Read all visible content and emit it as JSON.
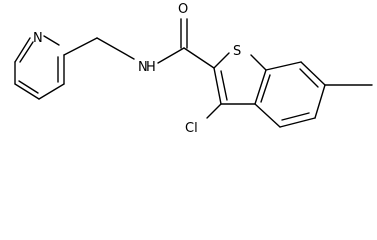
{
  "molecule": {
    "atoms": {
      "oxygen": "O",
      "nitrogen_amide": "N",
      "hydrogen_amide": "H",
      "nitrogen_pyridine": "N",
      "sulfur": "S",
      "chlorine": "Cl"
    }
  }
}
